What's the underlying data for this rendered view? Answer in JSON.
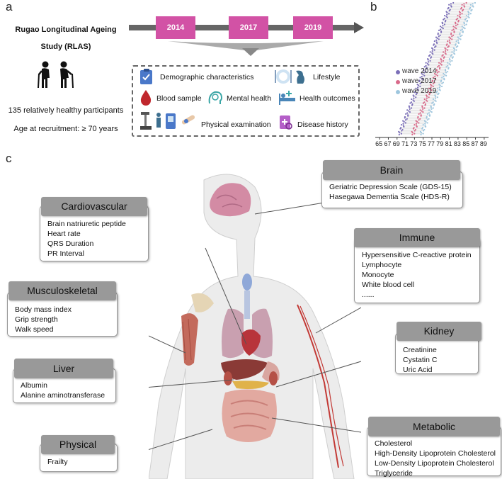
{
  "panels": {
    "a": "a",
    "b": "b",
    "c": "c"
  },
  "study": {
    "title_line1": "Rugao Longitudinal Ageing",
    "title_line2": "Study (RLAS)",
    "participants": "135 relatively healthy participants",
    "age": "Age at recruitment: ≥ 70 years"
  },
  "timeline": {
    "years": [
      "2014",
      "2017",
      "2019"
    ]
  },
  "categories": {
    "demographic": "Demographic characteristics",
    "lifestyle": "Lifestyle",
    "blood": "Blood sample",
    "mental": "Mental health",
    "outcomes": "Health outcomes",
    "physical_exam": "Physical examination",
    "disease": "Disease history"
  },
  "chart_data": {
    "type": "scatter",
    "x_ticks": [
      "65",
      "67",
      "69",
      "71",
      "73",
      "75",
      "77",
      "79",
      "81",
      "83",
      "85",
      "87",
      "89"
    ],
    "xlim": [
      64,
      90
    ],
    "legend": "right",
    "series": [
      {
        "name": "wave 2014",
        "color": "#7b6fb8"
      },
      {
        "name": "wave 2017",
        "color": "#d96a8a"
      },
      {
        "name": "wave 2019",
        "color": "#9ec6de"
      }
    ]
  },
  "systems": {
    "brain": {
      "title": "Brain",
      "items": [
        "Geriatric Depression Scale (GDS-15)",
        "Hasegawa Dementia Scale  (HDS-R)"
      ]
    },
    "cardio": {
      "title": "Cardiovascular",
      "items": [
        "Brain natriuretic peptide",
        "Heart rate",
        "QRS Duration",
        "PR Interval"
      ]
    },
    "immune": {
      "title": "Immune",
      "items": [
        "Hypersensitive C-reactive protein",
        "Lymphocyte",
        "Monocyte",
        "White blood cell",
        "......"
      ]
    },
    "musculo": {
      "title": "Musculoskeletal",
      "items": [
        "Body mass index",
        "Grip strength",
        "Walk speed"
      ]
    },
    "kidney": {
      "title": "Kidney",
      "items": [
        "Creatinine",
        "Cystatin C",
        "Uric Acid"
      ]
    },
    "liver": {
      "title": "Liver",
      "items": [
        "Albumin",
        "Alanine aminotransferase"
      ]
    },
    "metabolic": {
      "title": "Metabolic",
      "items": [
        "Cholesterol",
        "High-Density Lipoprotein Cholesterol",
        "Low-Density Lipoprotein Cholesterol",
        "Triglyceride"
      ]
    },
    "physical": {
      "title": "Physical",
      "items": [
        "Frailty"
      ]
    }
  }
}
